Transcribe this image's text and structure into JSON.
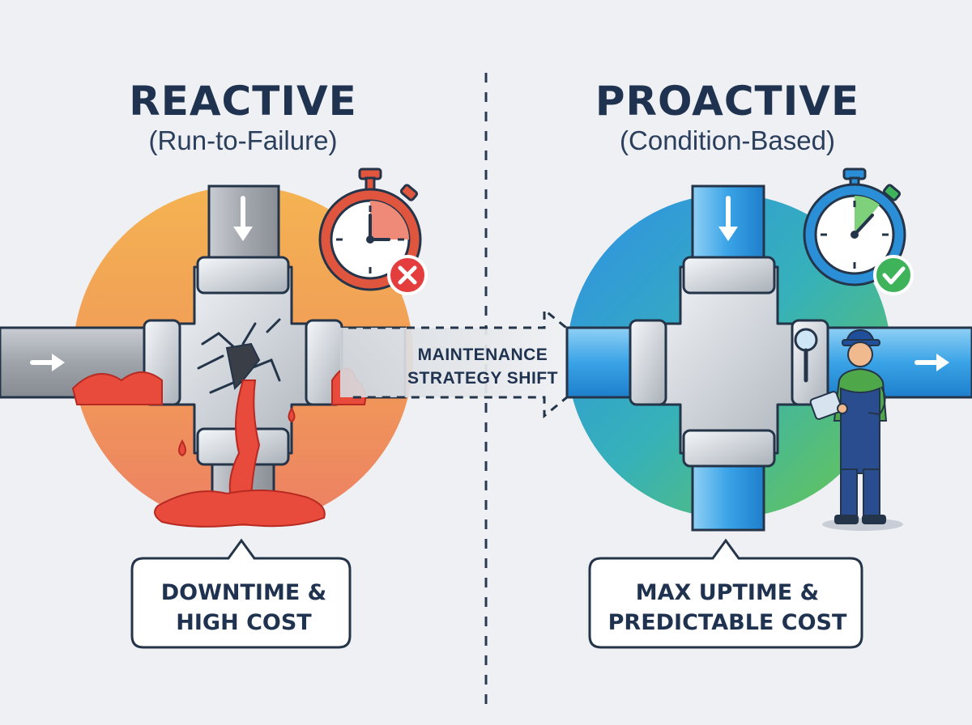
{
  "reactive": {
    "title": "REACTIVE",
    "subtitle": "(Run-to-Failure)",
    "outcome_line1": "DOWNTIME &",
    "outcome_line2": "HIGH COST",
    "status_icon": "red-x-icon"
  },
  "proactive": {
    "title": "PROACTIVE",
    "subtitle": "(Condition-Based)",
    "outcome_line1": "MAX UPTIME &",
    "outcome_line2": "PREDICTABLE COST",
    "status_icon": "green-check-icon"
  },
  "transition": {
    "line1": "MAINTENANCE",
    "line2": "STRATEGY SHIFT"
  },
  "colors": {
    "navy": "#1f3350",
    "reactive_orange": "#f3ab4f",
    "reactive_red": "#e84a3c",
    "proactive_blue": "#2f9ae0",
    "proactive_green": "#5cc35a",
    "background": "#eef0f3"
  }
}
